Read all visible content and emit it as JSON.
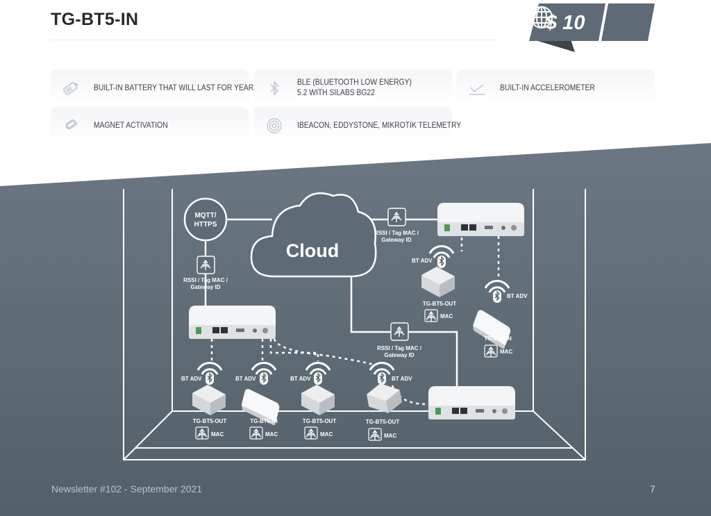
{
  "header": {
    "title": "TG-BT5-IN",
    "price": "$ 10"
  },
  "icons": {
    "globe": "globe-icon",
    "battery": "battery-icon",
    "bluetooth": "bluetooth-icon",
    "accelerometer": "accelerometer-icon",
    "magnet": "magnet-icon",
    "beacon": "beacon-icon",
    "antenna": "antenna-icon"
  },
  "features": [
    {
      "label": "BUILT-IN BATTERY THAT WILL LAST FOR YEARS",
      "icon": "battery-icon"
    },
    {
      "label": "BLE (BLUETOOTH LOW ENERGY) 5.2 WITH SILABS BG22",
      "icon": "bluetooth-icon"
    },
    {
      "label": "BUILT-IN ACCELEROMETER",
      "icon": "accelerometer-icon"
    },
    {
      "label": "MAGNET ACTIVATION",
      "icon": "magnet-icon"
    },
    {
      "label": "IBEACON, EDDYSTONE, MIKROTIK TELEMETRY",
      "icon": "beacon-icon"
    }
  ],
  "diagram": {
    "cloud": "Cloud",
    "mqtt_line1": "MQTT/",
    "mqtt_line2": "HTTPS",
    "rssi_line1": "RSSI / Tag MAC /",
    "rssi_line2": "Gateway ID",
    "bt_adv": "BT ADV",
    "mac": "MAC",
    "tag_out": "TG-BT5-OUT",
    "tag_in": "TG-BT5-IN"
  },
  "colors": {
    "band_top": "#6b7782",
    "band_bottom": "#536069",
    "price_bg": "#5e6a75",
    "price_shadow": "#3c454d",
    "title": "#262a2d"
  },
  "footer": {
    "newsletter": "Newsletter #102 - September 2021",
    "page": "7"
  }
}
